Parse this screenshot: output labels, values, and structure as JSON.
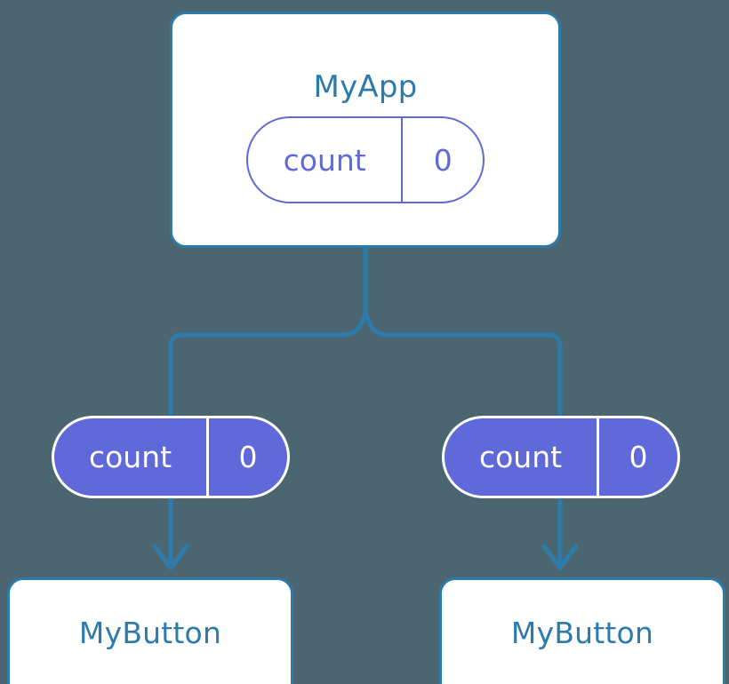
{
  "diagram": {
    "title_text": "MyApp",
    "background_color": "#4c6671",
    "accent_blue": "#2d7aad",
    "state_purple": "#5f69d9",
    "box_fill": "#ffffff"
  },
  "root": {
    "component_name": "MyApp",
    "state": {
      "key": "count",
      "value": "0"
    }
  },
  "children": [
    {
      "prop": {
        "key": "count",
        "value": "0"
      },
      "component_name": "MyButton"
    },
    {
      "prop": {
        "key": "count",
        "value": "0"
      },
      "component_name": "MyButton"
    }
  ]
}
